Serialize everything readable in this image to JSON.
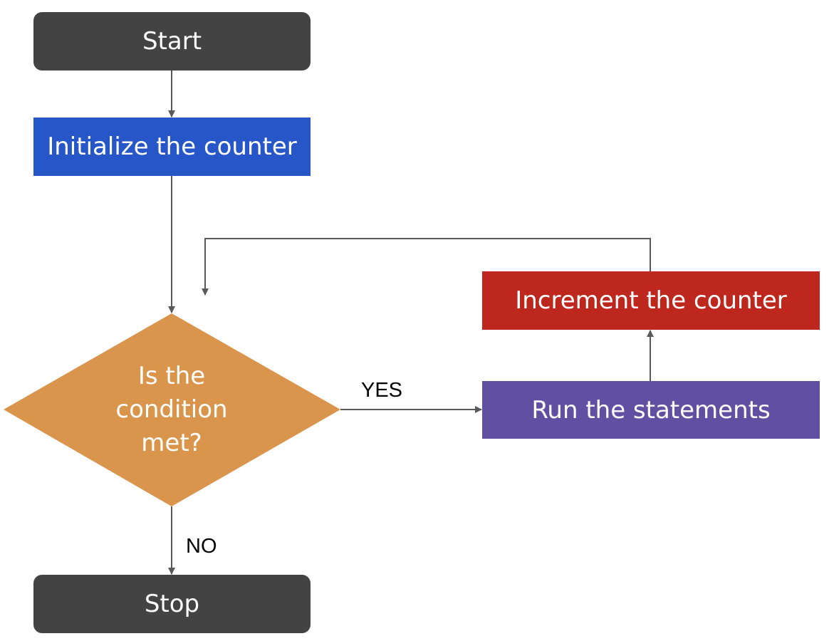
{
  "nodes": {
    "start": {
      "label": "Start",
      "color": "#434343"
    },
    "initialize": {
      "label": "Initialize the counter",
      "color": "#2756c8"
    },
    "decision": {
      "label_lines": [
        "Is the",
        "condition",
        "met?"
      ],
      "color": "#d9954b"
    },
    "run": {
      "label": "Run the statements",
      "color": "#6150a2"
    },
    "increment": {
      "label": "Increment the counter",
      "color": "#bd271e"
    },
    "stop": {
      "label": "Stop",
      "color": "#434343"
    }
  },
  "edges": {
    "yes_label": "YES",
    "no_label": "NO",
    "line_color": "#595959"
  }
}
